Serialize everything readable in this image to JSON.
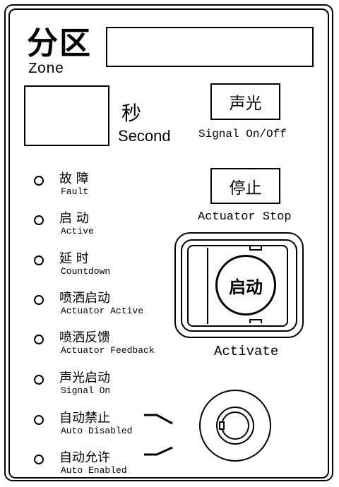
{
  "zone": {
    "label_cn": "分区",
    "label_en": "Zone",
    "display_value": ""
  },
  "countdown": {
    "display_value": "",
    "unit_cn": "秒",
    "unit_en": "Second"
  },
  "signal_button": {
    "label": "声光",
    "caption": "Signal On/Off"
  },
  "stop_button": {
    "label": "停止",
    "caption": "Actuator Stop"
  },
  "activate_button": {
    "label": "启动",
    "caption": "Activate"
  },
  "indicators": [
    {
      "label_cn": "故  障",
      "label_en": "Fault"
    },
    {
      "label_cn": "启  动",
      "label_en": "Active"
    },
    {
      "label_cn": "延  时",
      "label_en": "Countdown"
    },
    {
      "label_cn": "喷洒启动",
      "label_en": "Actuator Active"
    },
    {
      "label_cn": "喷洒反馈",
      "label_en": "Actuator Feedback"
    },
    {
      "label_cn": "声光启动",
      "label_en": "Signal On"
    },
    {
      "label_cn": "自动禁止",
      "label_en": "Auto Disabled"
    },
    {
      "label_cn": "自动允许",
      "label_en": "Auto Enabled"
    }
  ],
  "icons": {
    "indicator": "circle-outline",
    "key_switch": "key-lock-icon",
    "switch_position": "selector-line-icon"
  },
  "colors": {
    "ink": "#000000",
    "background": "#ffffff"
  }
}
